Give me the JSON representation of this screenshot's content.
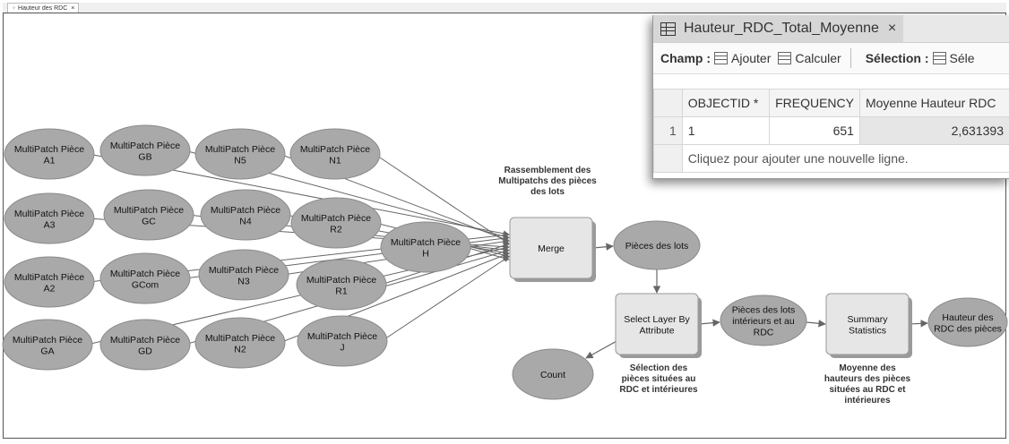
{
  "model_tab": {
    "icon": "model-icon",
    "title": "Hauteur des RDC",
    "close": "×"
  },
  "nodes": {
    "a1": [
      "MultiPatch Pièce",
      "A1"
    ],
    "gb": [
      "MultiPatch Pièce",
      "GB"
    ],
    "n5": [
      "MultiPatch Pièce",
      "N5"
    ],
    "n1": [
      "MultiPatch Pièce",
      "N1"
    ],
    "a3": [
      "MultiPatch Pièce",
      "A3"
    ],
    "gc": [
      "MultiPatch Pièce",
      "GC"
    ],
    "n4": [
      "MultiPatch Pièce",
      "N4"
    ],
    "r2": [
      "MultiPatch Pièce",
      "R2"
    ],
    "h": [
      "MultiPatch Pièce",
      "H"
    ],
    "a2": [
      "MultiPatch Pièce",
      "A2"
    ],
    "gcom": [
      "MultiPatch Pièce",
      "GCom"
    ],
    "n3": [
      "MultiPatch Pièce",
      "N3"
    ],
    "r1": [
      "MultiPatch Pièce",
      "R1"
    ],
    "ga": [
      "MultiPatch Pièce",
      "GA"
    ],
    "gd": [
      "MultiPatch Pièce",
      "GD"
    ],
    "n2": [
      "MultiPatch Pièce",
      "N2"
    ],
    "j": [
      "MultiPatch Pièce",
      "J"
    ],
    "merge": [
      "Merge"
    ],
    "pieces_lots": [
      "Pièces des lots"
    ],
    "select_layer": [
      "Select Layer By",
      "Attribute"
    ],
    "pieces_interieurs": [
      "Pièces des lots",
      "intérieurs et au",
      "RDC"
    ],
    "summary": [
      "Summary",
      "Statistics"
    ],
    "hauteur_rdc": [
      "Hauteur des",
      "RDC des pièces"
    ],
    "count": [
      "Count"
    ]
  },
  "annotations": {
    "merge_note": [
      "Rassemblement des",
      "Multipatchs des pièces",
      "des lots"
    ],
    "select_note": [
      "Sélection des",
      "pièces situées au",
      "RDC et intérieures"
    ],
    "summary_note": [
      "Moyenne des",
      "hauteurs des pièces",
      "situées au RDC et",
      "intérieures"
    ]
  },
  "colors": {
    "variable_fill": "#a9a9a9",
    "tool_fill": "#e6e6e6",
    "connector": "#666666"
  },
  "table": {
    "tab_icon": "table-icon",
    "tab_title": "Hauteur_RDC_Total_Moyenne",
    "tab_close": "×",
    "toolbar": {
      "champ_label": "Champ :",
      "add_icon": "add-field-icon",
      "add_label": "Ajouter",
      "calc_icon": "calculate-icon",
      "calc_label": "Calculer",
      "selection_label": "Sélection :",
      "select_icon": "select-by-attributes-icon",
      "select_label": "Séle"
    },
    "columns": [
      "OBJECTID *",
      "FREQUENCY",
      "Moyenne Hauteur RDC"
    ],
    "rows": [
      {
        "row_number": "1",
        "objectid": "1",
        "frequency": "651",
        "moyenne": "2,631393"
      }
    ],
    "add_row_text": "Cliquez pour ajouter une nouvelle ligne."
  }
}
